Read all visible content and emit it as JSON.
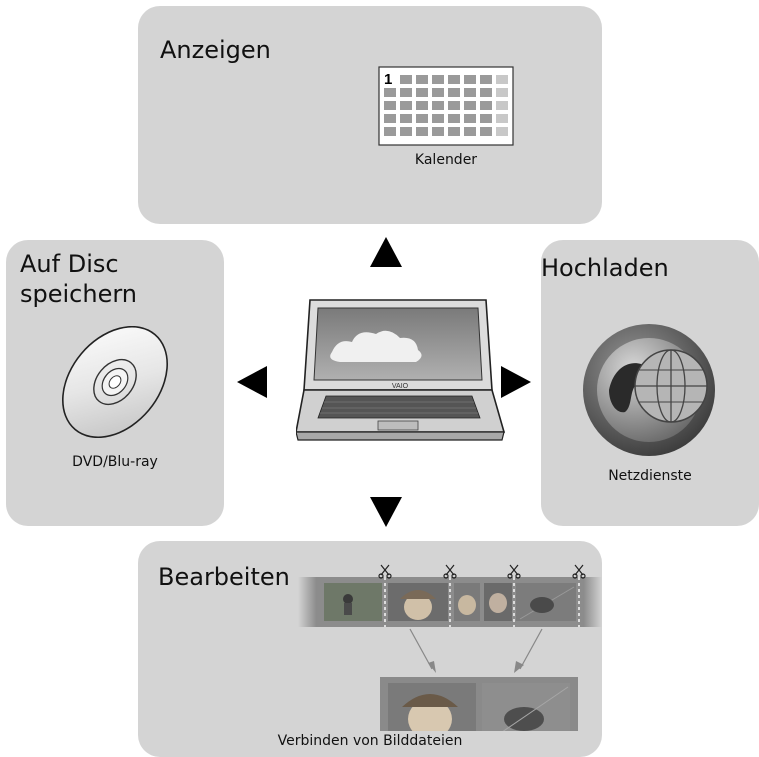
{
  "panels": {
    "display": {
      "title": "Anzeigen",
      "caption": "Kalender",
      "calendar_day": "1"
    },
    "disc": {
      "title_line1": "Auf Disc",
      "title_line2": "speichern",
      "caption": "DVD/Blu-ray"
    },
    "upload": {
      "title": "Hochladen",
      "caption": "Netzdienste"
    },
    "edit": {
      "title": "Bearbeiten",
      "caption": "Verbinden von Bilddateien"
    }
  },
  "laptop": {
    "brand": "VAIO"
  },
  "icons": {
    "calendar": "calendar-icon",
    "disc": "disc-icon",
    "globe": "globe-icon",
    "laptop": "laptop-icon",
    "filmstrip": "filmstrip-icon",
    "scissors": "scissors-icon"
  },
  "colors": {
    "panel": "#d4d4d4",
    "arrow": "#000000"
  }
}
